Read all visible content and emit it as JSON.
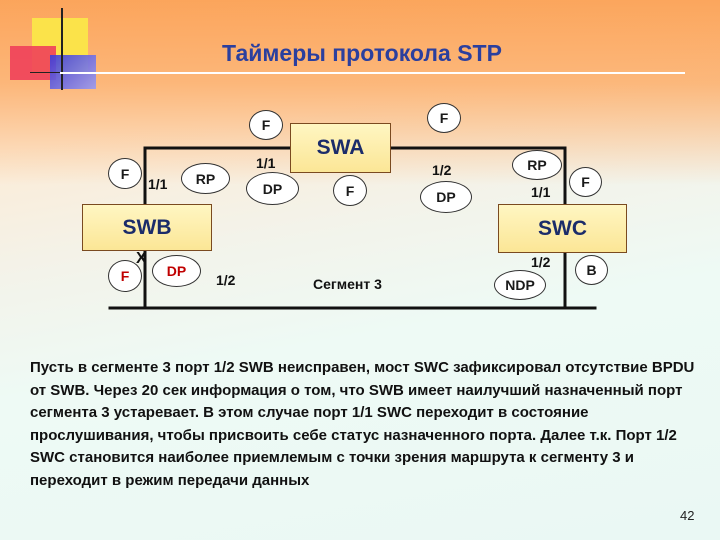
{
  "title": "Таймеры протокола STP",
  "switches": {
    "swa": "SWA",
    "swb": "SWB",
    "swc": "SWC"
  },
  "port_roles": {
    "swa_left_top": "F",
    "swa_right_top": "F",
    "swa_left_dp": "DP",
    "swa_center_f": "F",
    "swa_right_dp": "DP",
    "swb_f": "F",
    "swb_rp": "RP",
    "swb_seg_f": "F",
    "swb_seg_dp": "DP",
    "swc_rp": "RP",
    "swc_f": "F",
    "swc_seg_b": "B",
    "swc_seg_ndp": "NDP"
  },
  "port_labels": {
    "swa_1_1": "1/1",
    "swa_1_2": "1/2",
    "swb_1_1": "1/1",
    "swb_1_2": "1/2",
    "swc_1_1": "1/1",
    "swc_1_2": "1/2"
  },
  "fault_mark": "X",
  "segment_label": "Сегмент 3",
  "colors": {
    "title": "#2b3f9e",
    "switch_fill": "#fbe696",
    "fault_role": "#c00000",
    "line": "#111111"
  },
  "paragraph": "Пусть в сегменте  3  порт 1/2  SWB неисправен, мост SWC зафиксировал отсутствие BPDU от SWB. Через 20 сек информация о том, что SWB имеет наилучший назначенный порт сегмента 3 устаревает. В этом случае порт 1/1 SWC переходит в состояние прослушивания, чтобы присвоить себе статус  назначенного порта. Далее т.к.  Порт 1/2  SWC становится наиболее приемлемым с точки зрения маршрута к сегменту 3  и переходит в режим передачи данных",
  "page_number": "42"
}
